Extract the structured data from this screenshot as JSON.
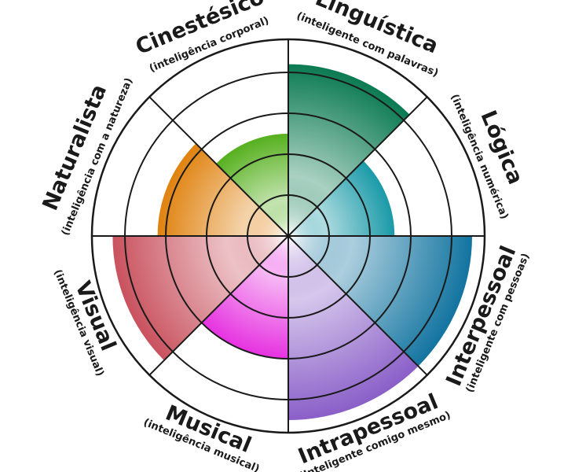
{
  "wheel": {
    "levels": 5,
    "sectors": [
      {
        "id": "linguistica",
        "title": "Linguística",
        "subtitle": "(inteligente com palavras)",
        "level": 4.2,
        "color": "#0b7a52"
      },
      {
        "id": "logica",
        "title": "Lógica",
        "subtitle": "(inteligência numérica)",
        "level": 2.6,
        "color": "#1a9aa8"
      },
      {
        "id": "interpessoal",
        "title": "Interpessoal",
        "subtitle": "(inteligente com pessoas)",
        "level": 4.5,
        "color": "#1274a0"
      },
      {
        "id": "intrapessoal",
        "title": "Intrapessoal",
        "subtitle": "(Inteligente comigo mesmo)",
        "level": 4.5,
        "color": "#8a5fc8"
      },
      {
        "id": "musical",
        "title": "Musical",
        "subtitle": "(inteligência musical)",
        "level": 3.0,
        "color": "#e632e0"
      },
      {
        "id": "visual",
        "title": "Visual",
        "subtitle": "(inteligência visual)",
        "level": 4.3,
        "color": "#c9525e"
      },
      {
        "id": "naturalista",
        "title": "Naturalista",
        "subtitle": "(inteligência com a natureza)",
        "level": 3.2,
        "color": "#e0820f"
      },
      {
        "id": "cinestesico",
        "title": "Cinestésico",
        "subtitle": "(inteligência corporal)",
        "level": 2.5,
        "color": "#56b01e"
      }
    ]
  }
}
